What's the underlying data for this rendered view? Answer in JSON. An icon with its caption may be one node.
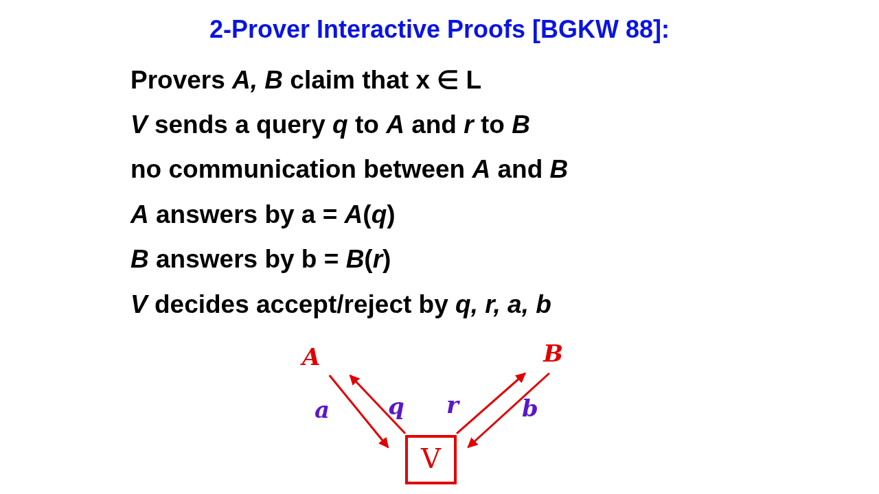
{
  "diagram": {
    "title": "2-Prover Interactive Proofs [BGKW 88]:",
    "nodes": [
      {
        "text": [
          "A"
        ]
      },
      {
        "text": [
          "B"
        ]
      },
      {
        "text": [
          "V"
        ]
      }
    ],
    "edges": [
      {
        "from": 0,
        "to": 2,
        "arrow": "to",
        "label": "a"
      },
      {
        "from": 2,
        "to": 0,
        "arrow": "to",
        "label": "q"
      },
      {
        "from": 2,
        "to": 1,
        "arrow": "to",
        "label": "r"
      },
      {
        "from": 1,
        "to": 2,
        "arrow": "to",
        "label": "b"
      }
    ],
    "labels": [
      "Provers *A, B* claim that **x ∈ L**",
      "*V* sends a query *q* to *A* and *r* to *B*",
      "no communication between *A* and *B*",
      "*A* answers by **a =** *A*(*q*)",
      "*B* answers by **b =** *B*(*r*)",
      "*V* decides accept/reject by *q, r, a, b*"
    ]
  }
}
